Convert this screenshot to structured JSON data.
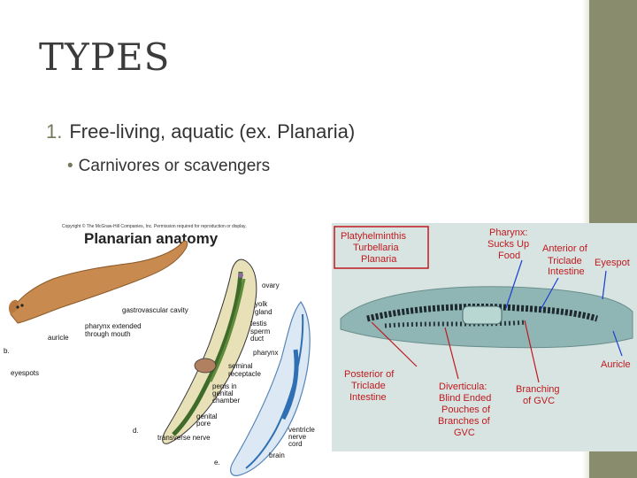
{
  "slide": {
    "title": "TYPES",
    "bullet1_number": "1.",
    "bullet1": "Free-living, aquatic (ex. Planaria)",
    "bullet2": "Carnivores or scavengers"
  },
  "figure_left": {
    "copyright": "Copyright © The McGraw-Hill Companies, Inc. Permission required for reproduction or display.",
    "heading": "Planarian anatomy",
    "labels": {
      "ovary": "ovary",
      "gastrovascular": "gastrovascular cavity",
      "yolk1": "yolk",
      "yolk2": "gland",
      "pharynx_ext1": "pharynx extended",
      "pharynx_ext2": "through mouth",
      "testis": "testis",
      "sperm1": "sperm",
      "sperm2": "duct",
      "auricle": "auricle",
      "b": "b.",
      "pharynx": "pharynx",
      "eyespots": "eyespots",
      "seminal1": "seminal",
      "seminal2": "receptacle",
      "penis1": "penis in",
      "penis2": "genital",
      "penis3": "chamber",
      "genital1": "genital",
      "genital2": "pore",
      "d": "d.",
      "transverse": "transverse nerve",
      "ventricle1": "ventricle",
      "ventricle2": "nerve",
      "ventricle3": "cord",
      "brain": "brain",
      "e": "e."
    }
  },
  "figure_right": {
    "box1": "Platyhelminthis",
    "box2": "Turbellaria",
    "box3": "Planaria",
    "pharynx1": "Pharynx:",
    "pharynx2": "Sucks Up",
    "pharynx3": "Food",
    "anterior1": "Anterior of",
    "anterior2": "Triclade",
    "anterior3": "Intestine",
    "eyespot": "Eyespot",
    "auricle": "Auricle",
    "posterior1": "Posterior of",
    "posterior2": "Triclade",
    "posterior3": "Intestine",
    "diverticula1": "Diverticula:",
    "diverticula2": "Blind Ended",
    "diverticula3": "Pouches of",
    "diverticula4": "Branches of",
    "diverticula5": "GVC",
    "branching1": "Branching",
    "branching2": "of GVC"
  },
  "colors": {
    "sidebar": "#8a8d6d",
    "title": "#3b3b3b",
    "bullet_marker": "#6f7a5a",
    "photo_label": "#c0191f",
    "photo_bg": "#8fb6b4"
  }
}
